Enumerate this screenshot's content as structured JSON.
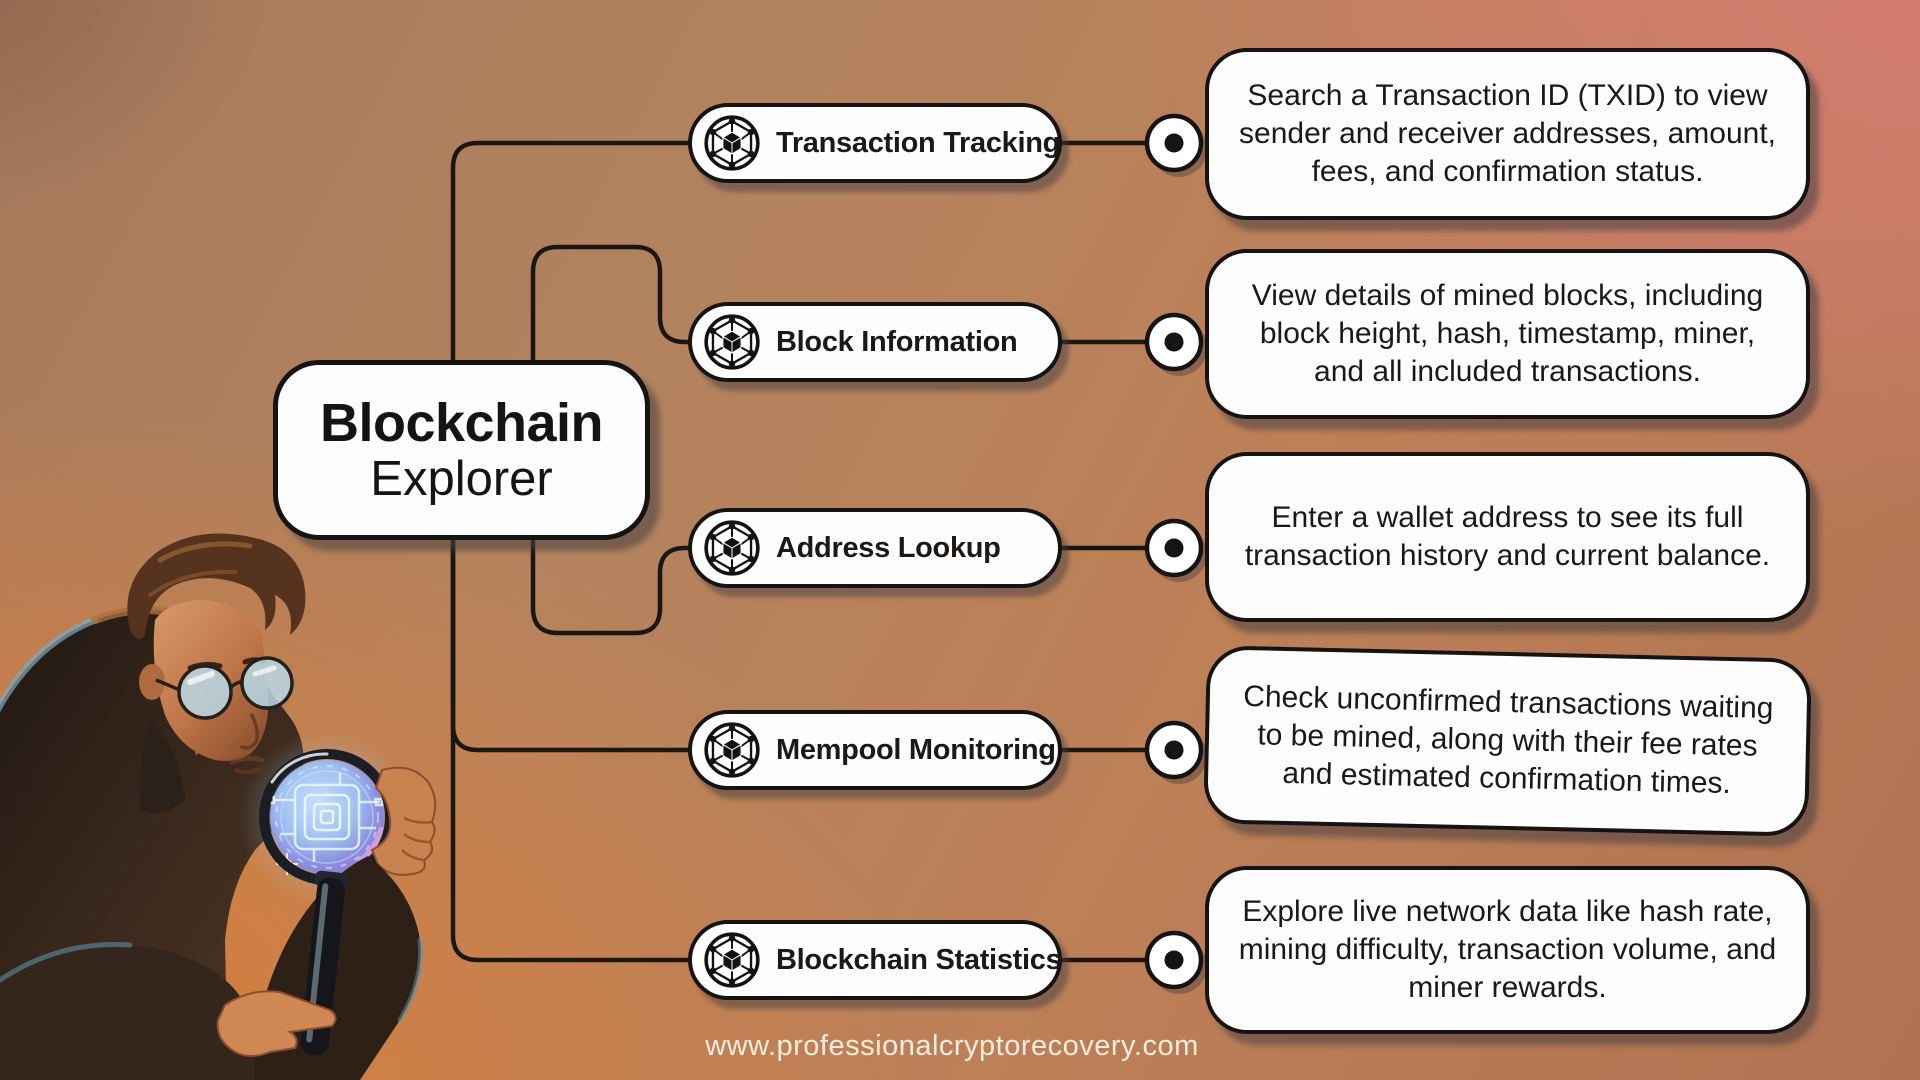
{
  "title": {
    "line1": "Blockchain",
    "line2": "Explorer"
  },
  "branches": [
    {
      "label": "Transaction Tracking",
      "description": "Search a Transaction ID (TXID) to view sender and receiver addresses, amount, fees, and confirmation status."
    },
    {
      "label": "Block Information",
      "description": "View details of mined blocks, including block height, hash, timestamp, miner, and all included transactions."
    },
    {
      "label": "Address Lookup",
      "description": "Enter a wallet address to see its full transaction history and current balance."
    },
    {
      "label": "Mempool Monitoring",
      "description": "Check unconfirmed transactions waiting to be mined, along with their fee rates and estimated confirmation times."
    },
    {
      "label": "Blockchain Statistics",
      "description": "Explore live network data like hash rate, mining difficulty, transaction volume, and miner rewards."
    }
  ],
  "footer": {
    "website": "www.professionalcryptorecovery.com"
  },
  "icons": {
    "branch_icon": "blockchain-node-icon",
    "connector": "circle-dot-connector",
    "illustration": "man-with-magnifying-glass-inspecting-chip-hologram"
  },
  "colors": {
    "box_fill": "#fdfdfd",
    "outline": "#161412",
    "shadow": "#49403f",
    "bg_top_left": "#a67a5d",
    "bg_top_right": "#cd8078",
    "bg_bottom_left": "#d07c42",
    "bg_bottom_right": "#b07252",
    "footer_text": "#f6ecdf",
    "lens_glow_blue": "#9fc4f0",
    "lens_glow_purple": "#a97fd4"
  }
}
